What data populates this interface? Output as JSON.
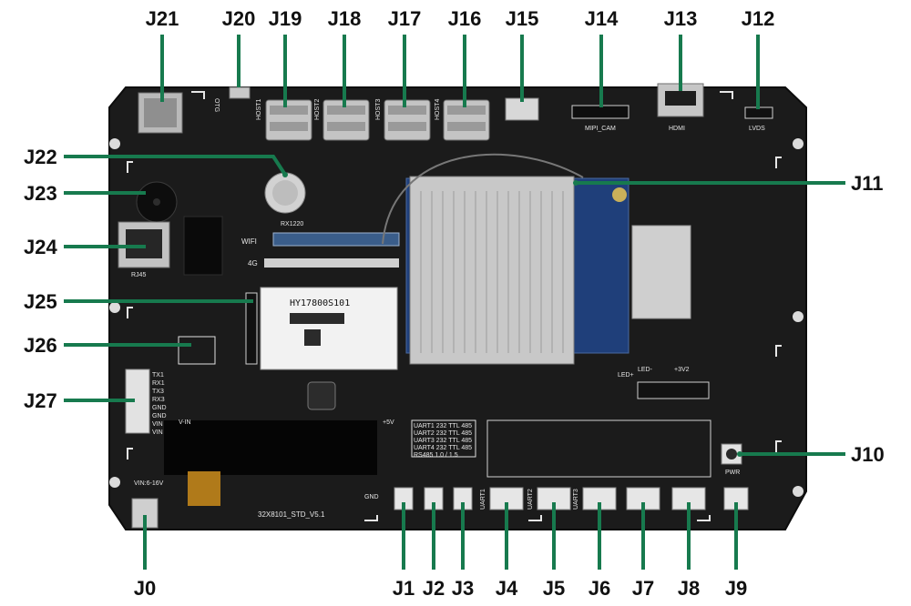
{
  "figure": {
    "connector_labels_top": [
      "J21",
      "J20",
      "J19",
      "J18",
      "J17",
      "J16",
      "J15",
      "J14",
      "J13",
      "J12"
    ],
    "connector_labels_left": [
      "J22",
      "J23",
      "J24",
      "J25",
      "J26",
      "J27"
    ],
    "connector_labels_right": [
      "J11",
      "J10"
    ],
    "connector_labels_bottom": [
      "J0",
      "J1",
      "J2",
      "J3",
      "J4",
      "J5",
      "J6",
      "J7",
      "J8",
      "J9"
    ],
    "leader_color": "#177a4e",
    "board_color": "#1b1b1b"
  },
  "silkscreen": {
    "usb_host_labels": [
      "HOST1",
      "HOST2",
      "HOST3",
      "HOST4"
    ],
    "mipi_cam": "MIPI_CAM",
    "hdmi": "HDMI",
    "lvds": "LVDS",
    "otg": "OTG",
    "rtc_battery": "RX1220",
    "wifi": "WIFI",
    "rj45": "RJ45",
    "lte": "4G",
    "module_part": "HY17800S101",
    "board_name": "32X8101_STD_V5.1",
    "power_input": "VIN:6-16V",
    "gnd": "GND",
    "pwr": "PWR",
    "led_minus": "LED-",
    "led_plus": "LED+",
    "v3v2": "+3V2",
    "v5v": "+5V",
    "vin": "V-IN",
    "uart_pins": [
      "TX1",
      "RX1",
      "TX3",
      "RX3",
      "GND",
      "GND",
      "VIN",
      "VIN"
    ],
    "uart_ports": [
      "UART1",
      "UART2",
      "UART3"
    ],
    "uart_table": [
      "UART1 232 TTL 485",
      "UART2 232 TTL 485",
      "UART3 232 TTL 485",
      "UART4 232 TTL 485",
      "RS485 1.0 / 1.5"
    ]
  }
}
